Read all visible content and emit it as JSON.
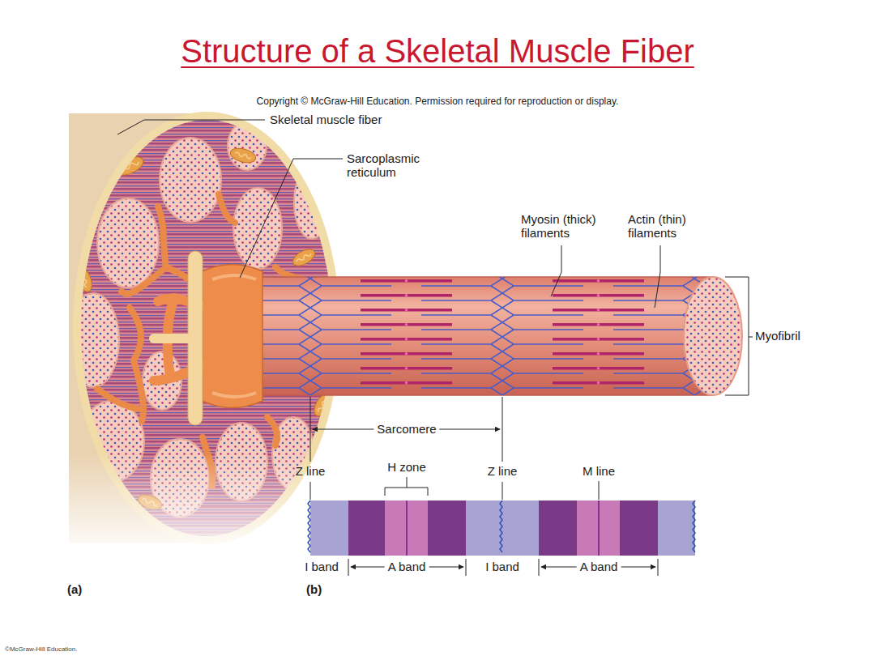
{
  "diagram": {
    "title": "Structure of a Skeletal Muscle Fiber",
    "labels": [
      "Copyright © McGraw-Hill Education. Permission required for reproduction or display.",
      "Skeletal muscle fiber",
      "Sarcoplasmic reticulum",
      "Myosin (thick) filaments",
      "Actin (thin) filaments",
      "Myofibril",
      "Sarcomere",
      "Z line",
      "H zone",
      "Z line",
      "M line",
      "I band",
      "A band",
      "I band",
      "A band",
      "(a)",
      "(b)",
      "©McGraw-Hill Education."
    ]
  }
}
